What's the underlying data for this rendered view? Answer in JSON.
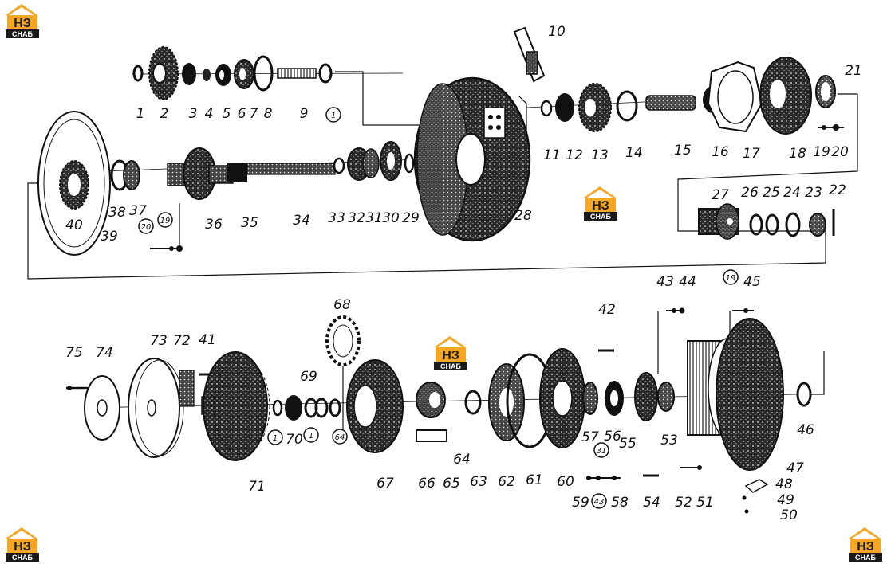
{
  "brand": {
    "logo_text": "НЗ",
    "logo_sub": "СНАБ",
    "color_orange": "#f5a623",
    "color_dark": "#1a1a1a"
  },
  "parts": [
    {
      "n": "1"
    },
    {
      "n": "2"
    },
    {
      "n": "3"
    },
    {
      "n": "4"
    },
    {
      "n": "5"
    },
    {
      "n": "6"
    },
    {
      "n": "7"
    },
    {
      "n": "8"
    },
    {
      "n": "9"
    },
    {
      "n": "1",
      "circled": true
    },
    {
      "n": "10"
    },
    {
      "n": "11"
    },
    {
      "n": "12"
    },
    {
      "n": "13"
    },
    {
      "n": "14"
    },
    {
      "n": "15"
    },
    {
      "n": "16"
    },
    {
      "n": "17"
    },
    {
      "n": "18"
    },
    {
      "n": "19"
    },
    {
      "n": "20"
    },
    {
      "n": "21"
    },
    {
      "n": "22"
    },
    {
      "n": "23"
    },
    {
      "n": "24"
    },
    {
      "n": "25"
    },
    {
      "n": "26"
    },
    {
      "n": "27"
    },
    {
      "n": "28"
    },
    {
      "n": "29"
    },
    {
      "n": "30"
    },
    {
      "n": "31"
    },
    {
      "n": "32"
    },
    {
      "n": "33"
    },
    {
      "n": "34"
    },
    {
      "n": "35"
    },
    {
      "n": "36"
    },
    {
      "n": "37"
    },
    {
      "n": "38"
    },
    {
      "n": "39"
    },
    {
      "n": "40"
    },
    {
      "n": "20",
      "circled": true
    },
    {
      "n": "19",
      "circled": true
    },
    {
      "n": "41"
    },
    {
      "n": "42"
    },
    {
      "n": "43"
    },
    {
      "n": "44"
    },
    {
      "n": "19",
      "circled": true
    },
    {
      "n": "45"
    },
    {
      "n": "46"
    },
    {
      "n": "47"
    },
    {
      "n": "48"
    },
    {
      "n": "49"
    },
    {
      "n": "50"
    },
    {
      "n": "51"
    },
    {
      "n": "52"
    },
    {
      "n": "53"
    },
    {
      "n": "54"
    },
    {
      "n": "55"
    },
    {
      "n": "56"
    },
    {
      "n": "57"
    },
    {
      "n": "58"
    },
    {
      "n": "43",
      "circled": true
    },
    {
      "n": "59"
    },
    {
      "n": "31",
      "circled": true
    },
    {
      "n": "60"
    },
    {
      "n": "61"
    },
    {
      "n": "62"
    },
    {
      "n": "63"
    },
    {
      "n": "64"
    },
    {
      "n": "65"
    },
    {
      "n": "66"
    },
    {
      "n": "67"
    },
    {
      "n": "68"
    },
    {
      "n": "69"
    },
    {
      "n": "64",
      "circled": true
    },
    {
      "n": "1",
      "circled": true
    },
    {
      "n": "70"
    },
    {
      "n": "1",
      "circled": true
    },
    {
      "n": "71"
    },
    {
      "n": "72"
    },
    {
      "n": "73"
    },
    {
      "n": "74"
    },
    {
      "n": "75"
    }
  ]
}
